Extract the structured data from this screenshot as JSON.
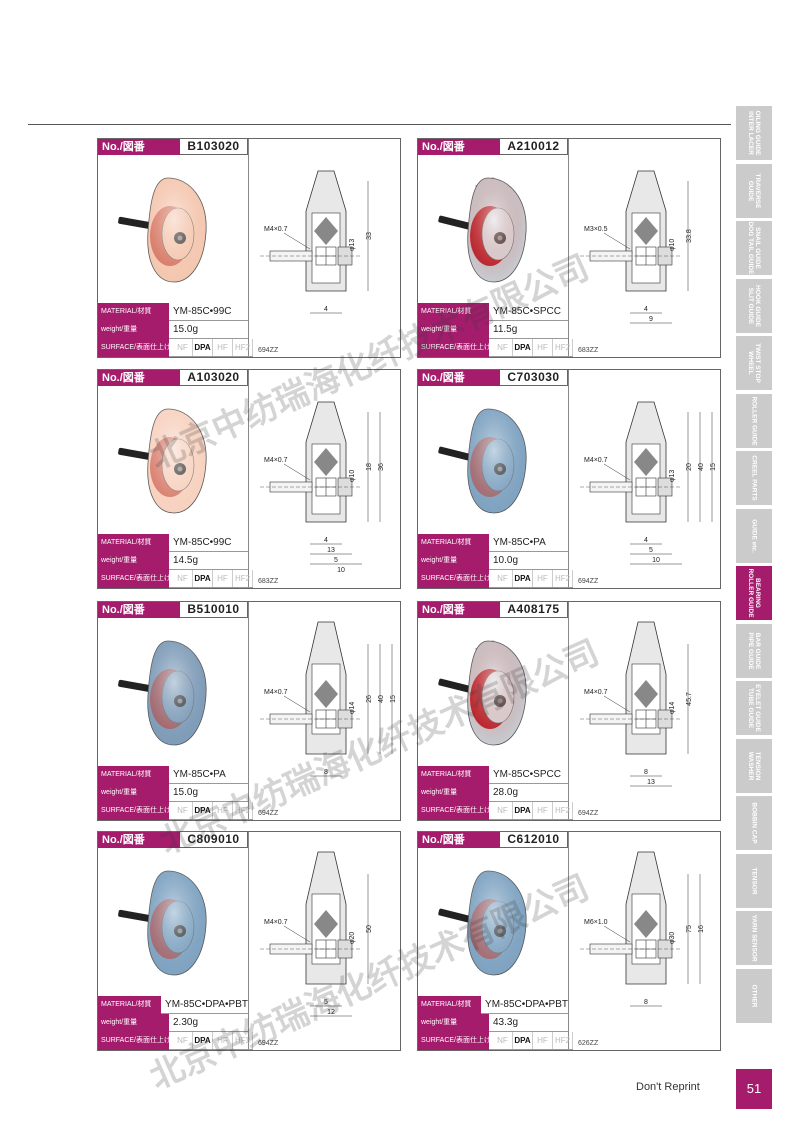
{
  "header_label": "No./図番",
  "spec_labels": {
    "material": "MATERIAL/材質",
    "weight": "weight/重量",
    "surface": "SURFACE/表面仕上げ"
  },
  "surface_options": [
    "NF",
    "DPA",
    "HF",
    "HF2"
  ],
  "products": [
    {
      "number": "B103020",
      "material": "YM-85C•99C",
      "weight": "15.0g",
      "surface": "DPA",
      "bearing": "694ZZ",
      "thread": "M4×0.7",
      "dims": [
        "4",
        "33",
        "φ13"
      ],
      "color": "#f4c7b0"
    },
    {
      "number": "A210012",
      "material": "YM-85C•SPCC",
      "weight": "11.5g",
      "surface": "DPA",
      "bearing": "683ZZ",
      "thread": "M3×0.5",
      "dims": [
        "4",
        "33.8",
        "φ10",
        "9"
      ],
      "color": "#c0392b"
    },
    {
      "number": "A103020",
      "material": "YM-85C•99C",
      "weight": "14.5g",
      "surface": "DPA",
      "bearing": "683ZZ",
      "thread": "M4×0.7",
      "dims": [
        "4",
        "18",
        "36",
        "13",
        "5",
        "φ10",
        "10"
      ],
      "color": "#f7d2c0"
    },
    {
      "number": "C703030",
      "material": "YM-85C•PA",
      "weight": "10.0g",
      "surface": "DPA",
      "bearing": "694ZZ",
      "thread": "M4×0.7",
      "dims": [
        "4",
        "20",
        "40",
        "15",
        "5",
        "φ13",
        "10"
      ],
      "color": "#7fa3c1"
    },
    {
      "number": "B510010",
      "material": "YM-85C•PA",
      "weight": "15.0g",
      "surface": "DPA",
      "bearing": "694ZZ",
      "thread": "M4×0.7",
      "dims": [
        "26",
        "40",
        "φ14",
        "8",
        "15"
      ],
      "color": "#7f9cb8"
    },
    {
      "number": "A408175",
      "material": "YM-85C•SPCC",
      "weight": "28.0g",
      "surface": "DPA",
      "bearing": "694ZZ",
      "thread": "M4×0.7",
      "dims": [
        "φ14",
        "45.7",
        "8",
        "13"
      ],
      "color": "#c0392b"
    },
    {
      "number": "C809010",
      "material": "YM-85C•DPA•PBT",
      "weight": "2.30g",
      "surface": "DPA",
      "bearing": "694ZZ",
      "thread": "M4×0.7",
      "dims": [
        "50",
        "φ20",
        "5",
        "12"
      ],
      "color": "#7fa3c1"
    },
    {
      "number": "C612010",
      "material": "YM-85C•DPA•PBT",
      "weight": "43.3g",
      "surface": "DPA",
      "bearing": "626ZZ",
      "thread": "M6×1.0",
      "dims": [
        "75",
        "φ30",
        "8",
        "16"
      ],
      "color": "#7fa3c1"
    }
  ],
  "side_tabs": [
    "OILING GUIDE\nINTER LACER",
    "TRAVERSE\nGUIDE",
    "SNAIL GUIDE\nDOG TAIL GUIDE",
    "HOOK GUIDE\nSLIT GUIDE",
    "TWIST STOP\nWHEEL",
    "ROLLER GUIDE",
    "CREEL PARTS",
    "GUIDE etc.",
    "BEARING\nROLLER GUIDE",
    "BAR GUIDE\nPIPE GUIDE",
    "EYELET GUIDE\nTUBE GUIDE",
    "TENSION\nWASHER",
    "BOBBIN CAP",
    "TENSOR",
    "YARN SENSOR",
    "OTHER"
  ],
  "active_tab": 8,
  "footer": {
    "note": "Don't Reprint",
    "page": "51"
  },
  "watermark": "北京中纺瑞海化纤技术有限公司"
}
